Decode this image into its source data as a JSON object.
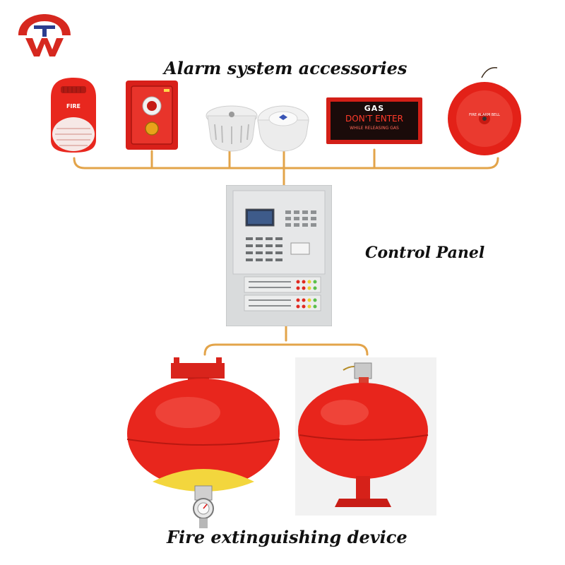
{
  "headings": {
    "accessories": "Alarm system accessories",
    "control_panel": "Control Panel",
    "extinguisher": "Fire extinguishing device"
  },
  "devices": {
    "strobe_label": "FIRE",
    "gas_sign_line1": "GAS",
    "gas_sign_line2": "DON'T ENTER",
    "gas_sign_line3": "WHILE RELEASING GAS",
    "bell_label": "FIRE ALARM BELL"
  },
  "colors": {
    "connector": "#e3a44a",
    "fire_red": "#e8271e",
    "panel_gray": "#d9dbdc",
    "logo_red": "#d6281f",
    "logo_blue": "#2b3d8f"
  },
  "icons": {
    "logo": "company-logo-icon"
  }
}
